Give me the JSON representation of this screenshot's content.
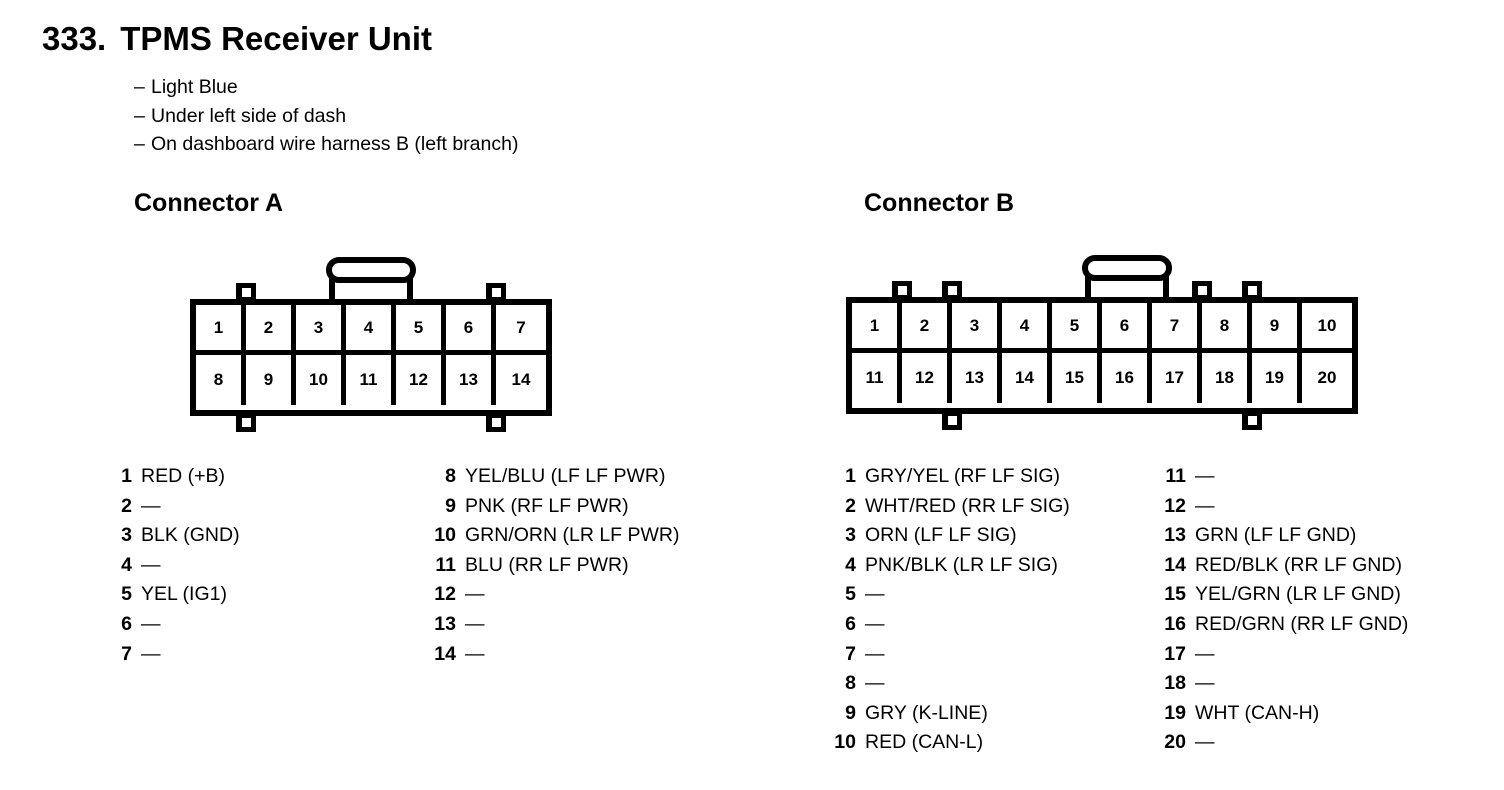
{
  "header": {
    "number": "333.",
    "title": "TPMS Receiver Unit",
    "bullets": [
      "Light Blue",
      "Under left side of dash",
      "On dashboard wire harness B (left branch)"
    ],
    "dash": "–"
  },
  "colors": {
    "ink": "#000000",
    "paper": "#ffffff"
  },
  "empty_marker": "—",
  "connectors": [
    {
      "id": "a",
      "heading": "Connector A",
      "columns": 7,
      "diagram": {
        "top_row": [
          "1",
          "2",
          "3",
          "4",
          "5",
          "6",
          "7"
        ],
        "bottom_row": [
          "8",
          "9",
          "10",
          "11",
          "12",
          "13",
          "14"
        ],
        "top_tabs_after_column": [
          1,
          6
        ],
        "bottom_tabs_after_column": [
          1,
          6
        ],
        "latch_over_column": 4
      },
      "pins_left": [
        {
          "no": "1",
          "desc": "RED (+B)"
        },
        {
          "no": "2",
          "desc": "—"
        },
        {
          "no": "3",
          "desc": "BLK (GND)"
        },
        {
          "no": "4",
          "desc": "—"
        },
        {
          "no": "5",
          "desc": "YEL (IG1)"
        },
        {
          "no": "6",
          "desc": "—"
        },
        {
          "no": "7",
          "desc": "—"
        }
      ],
      "pins_right": [
        {
          "no": "8",
          "desc": "YEL/BLU (LF LF PWR)"
        },
        {
          "no": "9",
          "desc": "PNK (RF LF PWR)"
        },
        {
          "no": "10",
          "desc": "GRN/ORN (LR LF PWR)"
        },
        {
          "no": "11",
          "desc": "BLU (RR LF PWR)"
        },
        {
          "no": "12",
          "desc": "—"
        },
        {
          "no": "13",
          "desc": "—"
        },
        {
          "no": "14",
          "desc": "—"
        }
      ]
    },
    {
      "id": "b",
      "heading": "Connector B",
      "columns": 10,
      "diagram": {
        "top_row": [
          "1",
          "2",
          "3",
          "4",
          "5",
          "6",
          "7",
          "8",
          "9",
          "10"
        ],
        "bottom_row": [
          "11",
          "12",
          "13",
          "14",
          "15",
          "16",
          "17",
          "18",
          "19",
          "20"
        ],
        "top_tabs_after_column": [
          1,
          2,
          7,
          8
        ],
        "bottom_tabs_after_column": [
          2,
          8
        ],
        "latch_over_column": 6
      },
      "pins_left": [
        {
          "no": "1",
          "desc": "GRY/YEL (RF LF SIG)"
        },
        {
          "no": "2",
          "desc": "WHT/RED (RR LF SIG)"
        },
        {
          "no": "3",
          "desc": "ORN (LF LF SIG)"
        },
        {
          "no": "4",
          "desc": "PNK/BLK (LR LF SIG)"
        },
        {
          "no": "5",
          "desc": "—"
        },
        {
          "no": "6",
          "desc": "—"
        },
        {
          "no": "7",
          "desc": "—"
        },
        {
          "no": "8",
          "desc": "—"
        },
        {
          "no": "9",
          "desc": "GRY (K-LINE)"
        },
        {
          "no": "10",
          "desc": "RED (CAN-L)"
        }
      ],
      "pins_right": [
        {
          "no": "11",
          "desc": "—"
        },
        {
          "no": "12",
          "desc": "—"
        },
        {
          "no": "13",
          "desc": "GRN (LF LF GND)"
        },
        {
          "no": "14",
          "desc": "RED/BLK (RR LF GND)"
        },
        {
          "no": "15",
          "desc": "YEL/GRN (LR LF GND)"
        },
        {
          "no": "16",
          "desc": "RED/GRN (RR LF GND)"
        },
        {
          "no": "17",
          "desc": "—"
        },
        {
          "no": "18",
          "desc": "—"
        },
        {
          "no": "19",
          "desc": "WHT (CAN-H)"
        },
        {
          "no": "20",
          "desc": "—"
        }
      ]
    }
  ]
}
